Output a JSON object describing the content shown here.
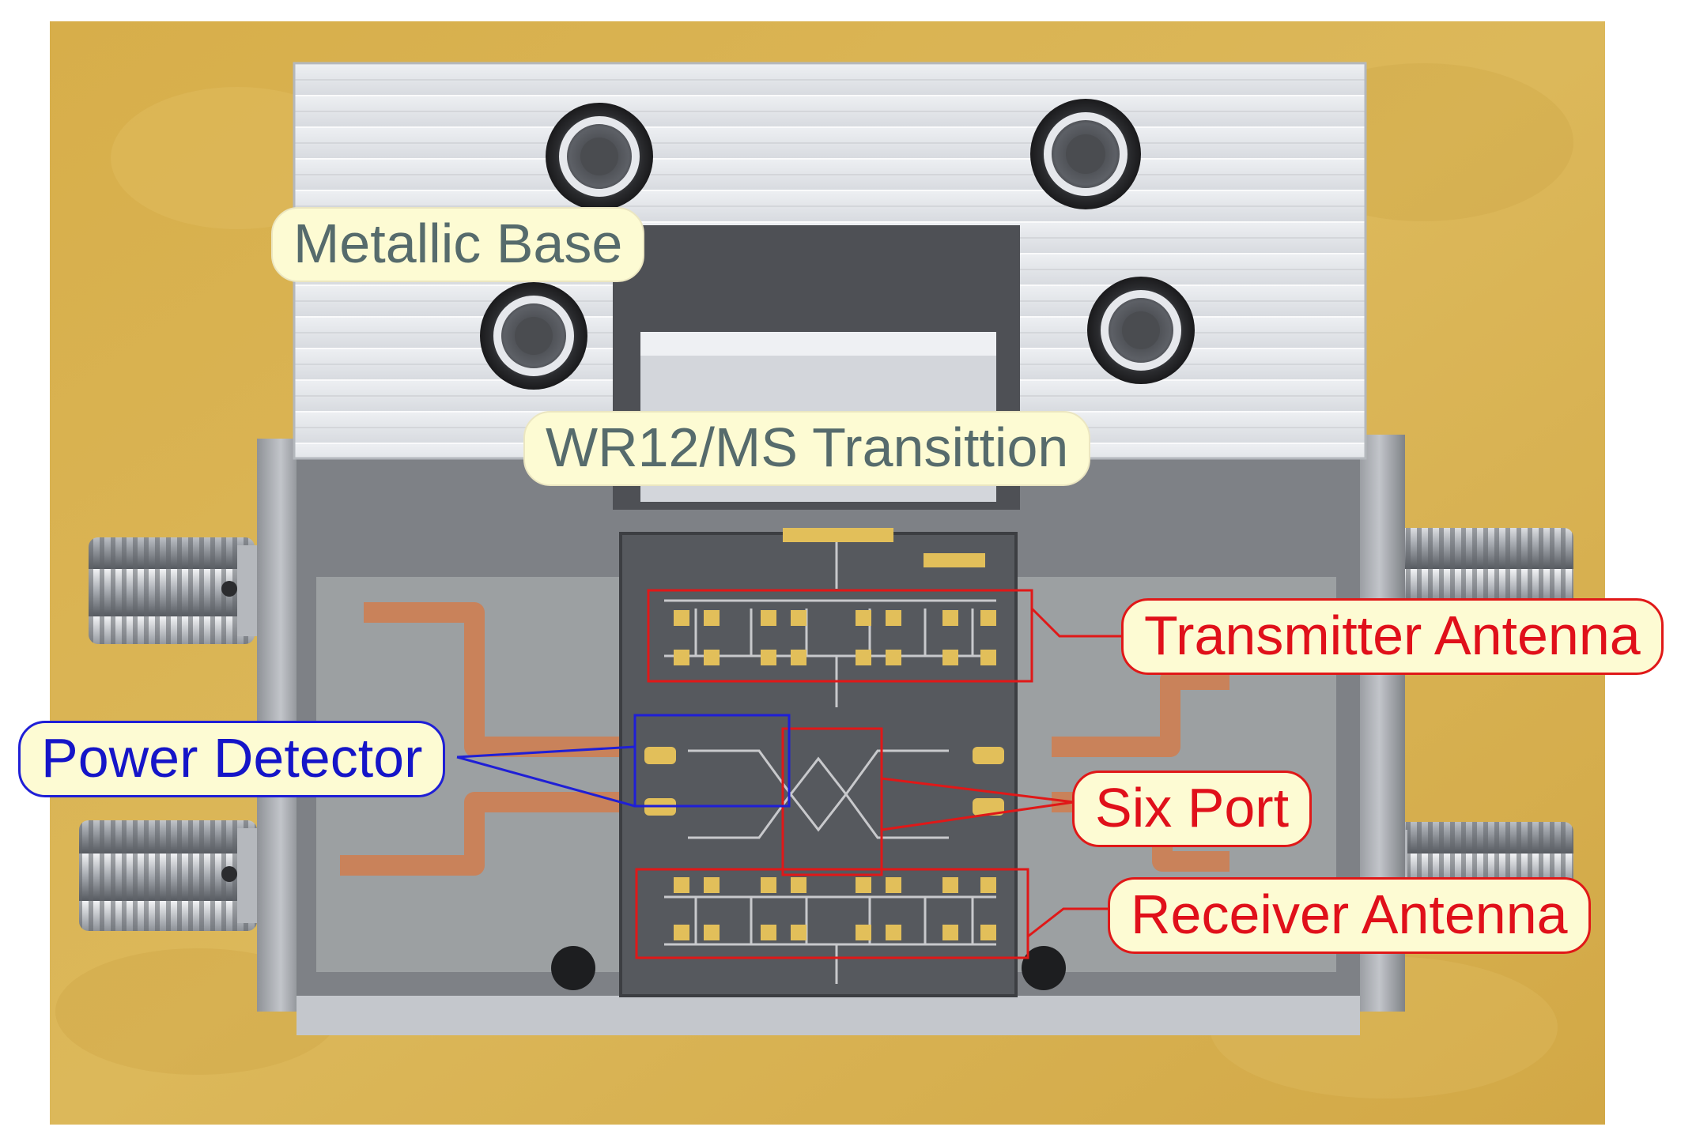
{
  "photo": {
    "colors": {
      "background_paper": "#d9b24e",
      "metal_light": "#e4e6ea",
      "metal_dark": "#7c7f85",
      "substrate": "#9a9ea0",
      "chip": "#55595e",
      "copper": "#c9825a",
      "gold_pad": "#e2bf5a",
      "callout_red": "#e01818",
      "callout_blue": "#1f1fd6",
      "callout_fill": "#fdfbd3"
    }
  },
  "labels": {
    "metallic_base": "Metallic Base",
    "transition": "WR12/MS Transittion",
    "transmitter_antenna": "Transmitter Antenna",
    "six_port": "Six Port",
    "receiver_antenna": "Receiver Antenna",
    "power_detector": "Power Detector"
  }
}
